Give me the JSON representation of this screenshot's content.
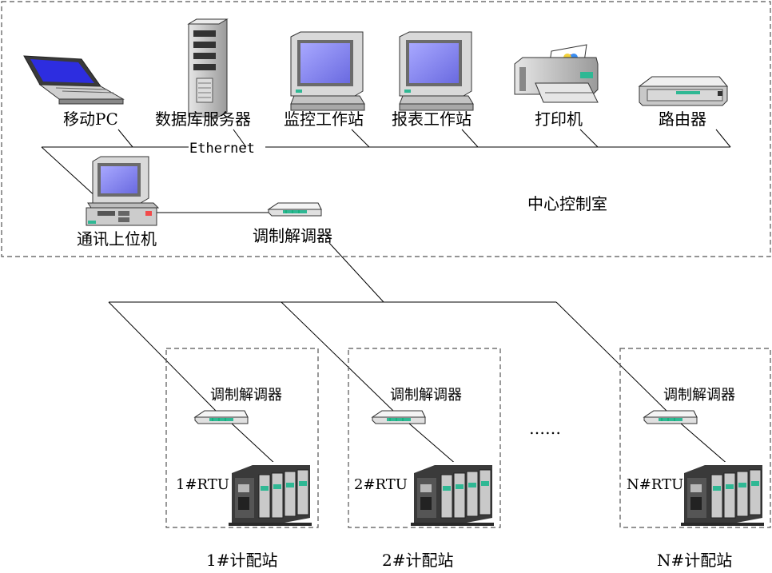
{
  "devices": {
    "mobile_pc": "移动PC",
    "db_server": "数据库服务器",
    "monitor_ws": "监控工作站",
    "report_ws": "报表工作站",
    "printer": "打印机",
    "router": "路由器",
    "ethernet": "Ethernet",
    "comm_host": "通讯上位机",
    "modem": "调制解调器",
    "control_room": "中心控制室"
  },
  "stations": [
    {
      "modem": "调制解调器",
      "rtu": "1#RTU",
      "name": "1#计配站"
    },
    {
      "modem": "调制解调器",
      "rtu": "2#RTU",
      "name": "2#计配站"
    },
    {
      "modem": "调制解调器",
      "rtu": "N#RTU",
      "name": "N#计配站"
    }
  ],
  "ellipsis": "……",
  "colors": {
    "line": "#000000",
    "screen": "#8c8cf0",
    "case_gray": "#c8c8c8",
    "dark_gray": "#555555",
    "modem_led": "#2fb894"
  }
}
